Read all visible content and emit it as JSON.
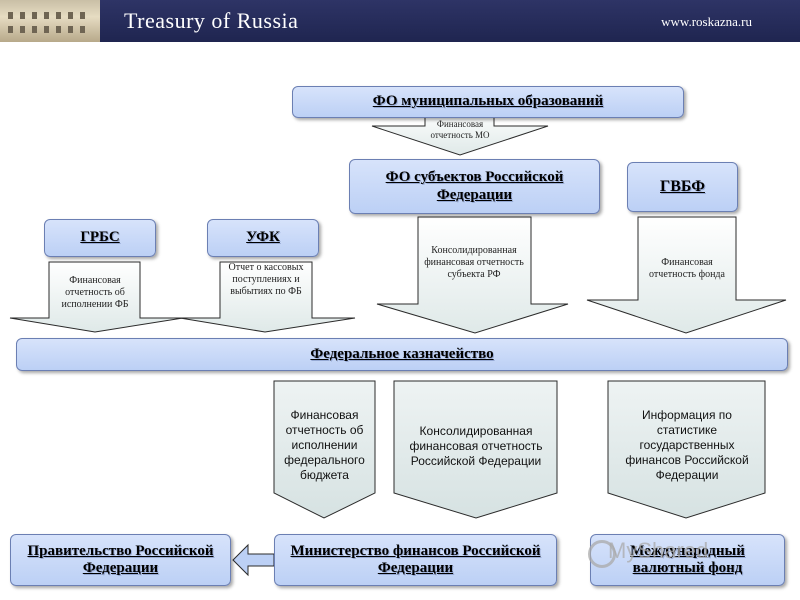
{
  "header": {
    "title": "Treasury of Russia",
    "url": "www.roskazna.ru"
  },
  "boxes": {
    "fo_mo": "ФО муниципальных образований",
    "fo_subjects": "ФО субъектов Российской Федерации",
    "gvbf": "ГВБФ",
    "grbs": "ГРБС",
    "ufk": "УФК",
    "treasury": "Федеральное казначейство",
    "government": "Правительство Российской Федерации",
    "minfin": "Министерство финансов Российской Федерации",
    "imf": "Международный валютный фонд"
  },
  "arrows": {
    "mo_report": "Финансовая отчетность МО",
    "grbs_report": "Финансовая отчетность об исполнении ФБ",
    "ufk_report": "Отчет о кассовых поступлениях и выбытиях по ФБ",
    "subject_report": "Консолидированная финансовая отчетность субъекта РФ",
    "fund_report": "Финансовая отчетность фонда"
  },
  "reports": {
    "federal_budget": "Финансовая отчетность об исполнении федерального бюджета",
    "consolidated_rf": "Консолидированная финансовая отчетность Российской Федерации",
    "statistics": "Информация по статистике государственных финансов Российской Федерации"
  },
  "watermark": "MyShared"
}
